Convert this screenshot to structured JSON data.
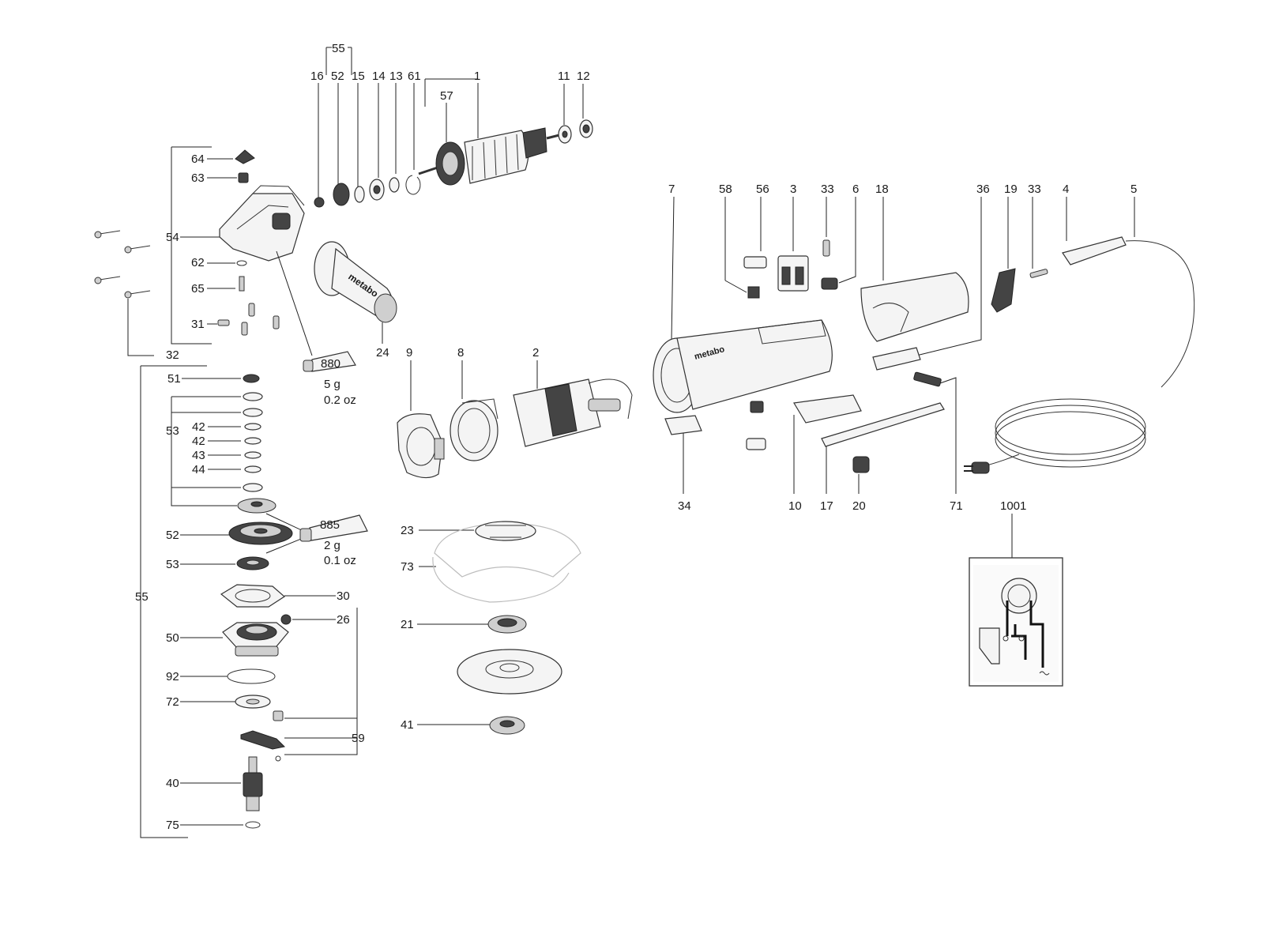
{
  "labels": {
    "l55_top": "55",
    "l16": "16",
    "l52_top": "52",
    "l15": "15",
    "l14": "14",
    "l13": "13",
    "l61": "61",
    "l1": "1",
    "l57": "57",
    "l11": "11",
    "l12": "12",
    "l64": "64",
    "l63": "63",
    "l54": "54",
    "l62": "62",
    "l65": "65",
    "l31": "31",
    "l32": "32",
    "l24": "24",
    "l9": "9",
    "l8": "8",
    "l2": "2",
    "l7": "7",
    "l58": "58",
    "l56": "56",
    "l3": "3",
    "l33a": "33",
    "l6": "6",
    "l18": "18",
    "l36": "36",
    "l19": "19",
    "l33b": "33",
    "l4": "4",
    "l5": "5",
    "l51": "51",
    "l53a": "53",
    "l42a": "42",
    "l42b": "42",
    "l43": "43",
    "l44": "44",
    "l52b": "52",
    "l53b": "53",
    "l30": "30",
    "l26": "26",
    "l55_side": "55",
    "l50": "50",
    "l92": "92",
    "l72": "72",
    "l59": "59",
    "l40": "40",
    "l75": "75",
    "l23": "23",
    "l73": "73",
    "l21": "21",
    "l41": "41",
    "l34": "34",
    "l10": "10",
    "l17": "17",
    "l20": "20",
    "l71": "71",
    "l1001": "1001"
  },
  "grease_notes": {
    "tube1_code": "880",
    "tube1_weight": "5 g",
    "tube1_oz": "0.2 oz",
    "tube2_code": "885",
    "tube2_weight": "2 g",
    "tube2_oz": "0.1 oz"
  },
  "handle_logo": "metabo",
  "housing_logo": "metabo"
}
